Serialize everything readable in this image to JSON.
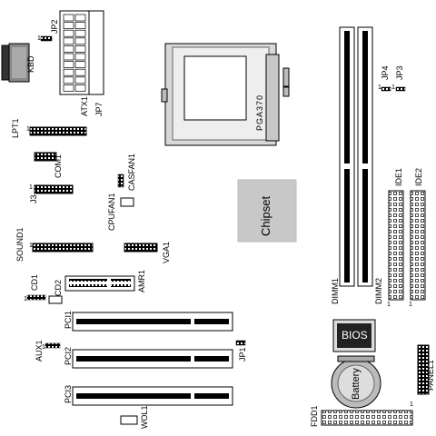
{
  "labels": {
    "kbd": "KBD",
    "jp2": "JP2",
    "atx1": "ATX1",
    "jp7": "JP7",
    "pga": "PGA370",
    "jp4": "JP4",
    "jp3": "JP3",
    "lpt1": "LPT1",
    "com1": "COM1",
    "j3": "J3",
    "casfan1": "CASFAN1",
    "cpufan1": "CPUFAN1",
    "chipset": "Chipset",
    "sound1": "SOUND1",
    "vga1": "VGA1",
    "amr1": "AMR1",
    "cd1": "CD1",
    "cd2": "CD2",
    "dimm1": "DIMM1",
    "dimm2": "DIMM2",
    "ide1": "IDE1",
    "ide2": "IDE2",
    "pci1": "PCI1",
    "pci2": "PCI2",
    "pci3": "PCI3",
    "aux1": "AUX1",
    "jp1": "JP1",
    "bios": "BIOS",
    "battery": "Battery",
    "panel1": "PANEL1",
    "wol1": "WOL1",
    "fdd1": "FDD1",
    "pin1": "1"
  },
  "colors": {
    "chipset_fill": "#c8c8c8",
    "bios_fill": "#222222",
    "outline": "#000000"
  }
}
